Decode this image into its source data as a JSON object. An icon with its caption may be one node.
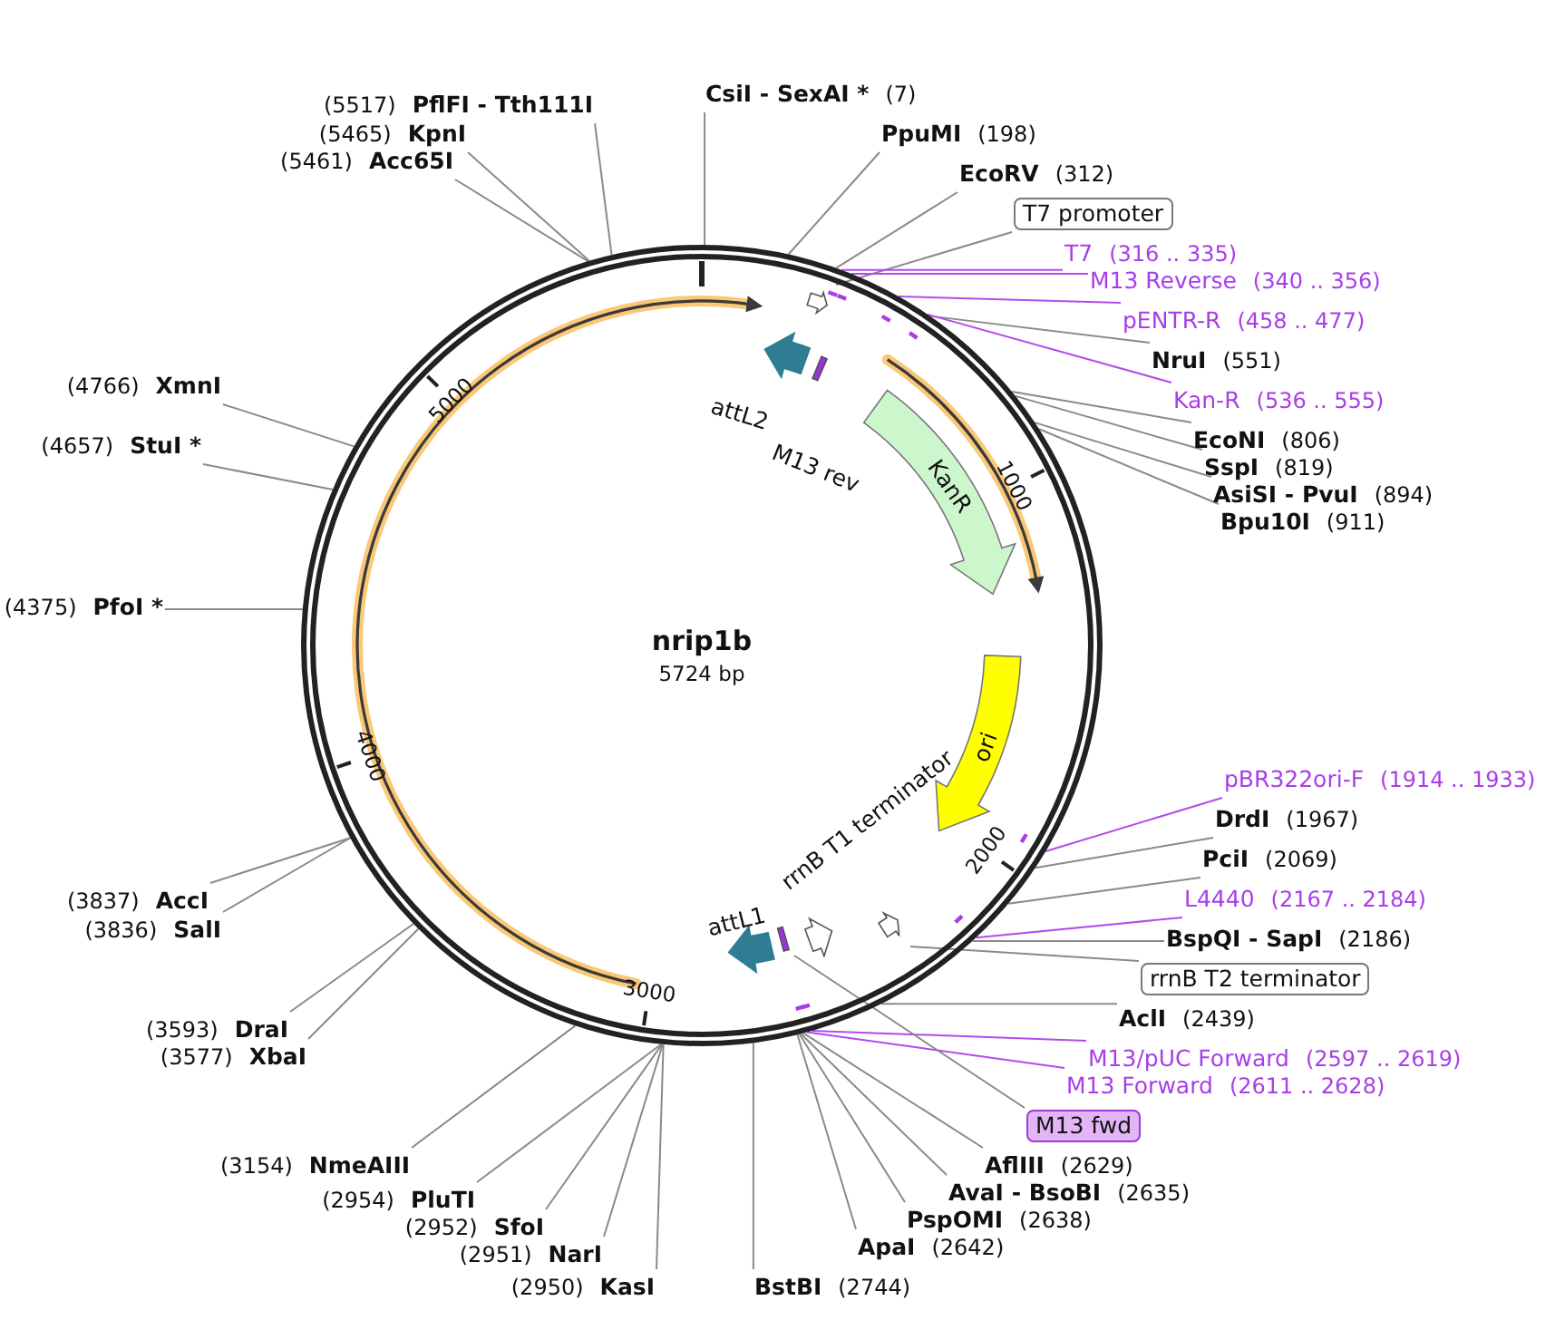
{
  "diagram": {
    "nodes": [
      {
        "text": [
          "nrip1b",
          "5724 bp"
        ]
      },
      {
        "text": [
          "attL2"
        ],
        "in": 0
      },
      {
        "text": [
          "M13 rev"
        ],
        "in": 0
      },
      {
        "text": [
          "KanR"
        ],
        "in": 0
      },
      {
        "text": [
          "ori"
        ],
        "in": 0
      },
      {
        "text": [
          "rrnB T1 terminator"
        ],
        "in": 0
      },
      {
        "text": [
          "attL1"
        ],
        "in": 0
      },
      {
        "text": [
          "CsiI - SexAI *",
          "(7)"
        ]
      },
      {
        "text": [
          "PpuMI",
          "(198)"
        ]
      },
      {
        "text": [
          "EcoRV",
          "(312)"
        ]
      },
      {
        "text": [
          "T7 promoter"
        ]
      },
      {
        "text": [
          "T7",
          "(316 .. 335)"
        ]
      },
      {
        "text": [
          "M13 Reverse",
          "(340 .. 356)"
        ]
      },
      {
        "text": [
          "pENTR-R",
          "(458 .. 477)"
        ]
      },
      {
        "text": [
          "NruI",
          "(551)"
        ]
      },
      {
        "text": [
          "Kan-R",
          "(536 .. 555)"
        ]
      },
      {
        "text": [
          "EcoNI",
          "(806)"
        ]
      },
      {
        "text": [
          "SspI",
          "(819)"
        ]
      },
      {
        "text": [
          "AsiSI - PvuI",
          "(894)"
        ]
      },
      {
        "text": [
          "Bpu10I",
          "(911)"
        ]
      },
      {
        "text": [
          "pBR322ori-F",
          "(1914 .. 1933)"
        ]
      },
      {
        "text": [
          "DrdI",
          "(1967)"
        ]
      },
      {
        "text": [
          "PciI",
          "(2069)"
        ]
      },
      {
        "text": [
          "L4440",
          "(2167 .. 2184)"
        ]
      },
      {
        "text": [
          "BspQI - SapI",
          "(2186)"
        ]
      },
      {
        "text": [
          "rrnB T2 terminator"
        ]
      },
      {
        "text": [
          "AclI",
          "(2439)"
        ]
      },
      {
        "text": [
          "M13/pUC Forward",
          "(2597 .. 2619)"
        ]
      },
      {
        "text": [
          "M13 Forward",
          "(2611 .. 2628)"
        ]
      },
      {
        "text": [
          "M13 fwd"
        ]
      },
      {
        "text": [
          "AflIII",
          "(2629)"
        ]
      },
      {
        "text": [
          "AvaI - BsoBI",
          "(2635)"
        ]
      },
      {
        "text": [
          "PspOMI",
          "(2638)"
        ]
      },
      {
        "text": [
          "ApaI",
          "(2642)"
        ]
      },
      {
        "text": [
          "BstBI",
          "(2744)"
        ]
      },
      {
        "text": [
          "(2950)",
          "KasI"
        ]
      },
      {
        "text": [
          "(2951)",
          "NarI"
        ]
      },
      {
        "text": [
          "(2952)",
          "SfoI"
        ]
      },
      {
        "text": [
          "(2954)",
          "PluTI"
        ]
      },
      {
        "text": [
          "(3154)",
          "NmeAIII"
        ]
      },
      {
        "text": [
          "(3577)",
          "XbaI"
        ]
      },
      {
        "text": [
          "(3593)",
          "DraI"
        ]
      },
      {
        "text": [
          "(3836)",
          "SalI"
        ]
      },
      {
        "text": [
          "(3837)",
          "AccI"
        ]
      },
      {
        "text": [
          "(4375)",
          "PfoI *"
        ]
      },
      {
        "text": [
          "(4657)",
          "StuI *"
        ]
      },
      {
        "text": [
          "(4766)",
          "XmnI"
        ]
      },
      {
        "text": [
          "(5461)",
          "Acc65I"
        ]
      },
      {
        "text": [
          "(5465)",
          "KpnI"
        ]
      },
      {
        "text": [
          "(5517)",
          "PflFI - Tth111I"
        ]
      },
      {
        "text": [],
        "shape": "arrow",
        "in": 0
      },
      {
        "text": [],
        "shape": "arrow",
        "in": 0
      },
      {
        "text": [],
        "shape": "bar",
        "in": 0
      }
    ],
    "edges": [
      {
        "from": 7,
        "to": 0,
        "arrow": "none"
      },
      {
        "from": 8,
        "to": 0,
        "arrow": "none"
      },
      {
        "from": 9,
        "to": 0,
        "arrow": "none"
      },
      {
        "from": 10,
        "to": 50,
        "arrow": "none"
      },
      {
        "from": 11,
        "to": 0,
        "arrow": "none",
        "color": "#b24cec"
      },
      {
        "from": 12,
        "to": 0,
        "arrow": "none",
        "color": "#b24cec"
      },
      {
        "from": 13,
        "to": 0,
        "arrow": "none",
        "color": "#b24cec"
      },
      {
        "from": 14,
        "to": 0,
        "arrow": "none"
      },
      {
        "from": 15,
        "to": 0,
        "arrow": "none",
        "color": "#b24cec"
      },
      {
        "from": 16,
        "to": 0,
        "arrow": "none"
      },
      {
        "from": 17,
        "to": 0,
        "arrow": "none"
      },
      {
        "from": 18,
        "to": 0,
        "arrow": "none"
      },
      {
        "from": 19,
        "to": 0,
        "arrow": "none"
      },
      {
        "from": 20,
        "to": 0,
        "arrow": "none",
        "color": "#b24cec"
      },
      {
        "from": 21,
        "to": 0,
        "arrow": "none"
      },
      {
        "from": 22,
        "to": 0,
        "arrow": "none"
      },
      {
        "from": 23,
        "to": 0,
        "arrow": "none",
        "color": "#b24cec"
      },
      {
        "from": 24,
        "to": 0,
        "arrow": "none"
      },
      {
        "from": 25,
        "to": 51,
        "arrow": "none"
      },
      {
        "from": 26,
        "to": 0,
        "arrow": "none"
      },
      {
        "from": 27,
        "to": 0,
        "arrow": "none",
        "color": "#b24cec"
      },
      {
        "from": 28,
        "to": 0,
        "arrow": "none",
        "color": "#b24cec"
      },
      {
        "from": 29,
        "to": 52,
        "arrow": "none"
      },
      {
        "from": 30,
        "to": 0,
        "arrow": "none"
      },
      {
        "from": 31,
        "to": 0,
        "arrow": "none"
      },
      {
        "from": 32,
        "to": 0,
        "arrow": "none"
      },
      {
        "from": 33,
        "to": 0,
        "arrow": "none"
      },
      {
        "from": 34,
        "to": 0,
        "arrow": "none"
      },
      {
        "from": 35,
        "to": 0,
        "arrow": "none"
      },
      {
        "from": 36,
        "to": 0,
        "arrow": "none"
      },
      {
        "from": 37,
        "to": 0,
        "arrow": "none"
      },
      {
        "from": 38,
        "to": 0,
        "arrow": "none"
      },
      {
        "from": 39,
        "to": 0,
        "arrow": "none"
      },
      {
        "from": 40,
        "to": 0,
        "arrow": "none"
      },
      {
        "from": 41,
        "to": 0,
        "arrow": "none"
      },
      {
        "from": 42,
        "to": 0,
        "arrow": "none"
      },
      {
        "from": 43,
        "to": 0,
        "arrow": "none"
      },
      {
        "from": 44,
        "to": 0,
        "arrow": "none"
      },
      {
        "from": 45,
        "to": 0,
        "arrow": "none"
      },
      {
        "from": 46,
        "to": 0,
        "arrow": "none"
      },
      {
        "from": 47,
        "to": 0,
        "arrow": "none"
      },
      {
        "from": 48,
        "to": 0,
        "arrow": "none"
      },
      {
        "from": 49,
        "to": 0,
        "arrow": "none"
      }
    ],
    "labels": [
      "1000",
      "2000",
      "3000",
      "4000",
      "5000"
    ]
  }
}
